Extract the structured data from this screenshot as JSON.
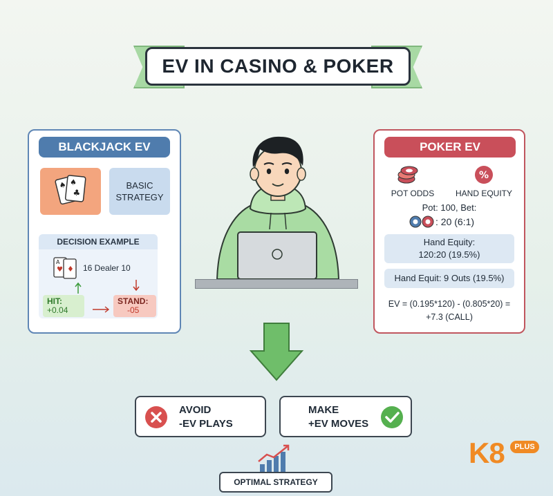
{
  "title": "EV IN CASINO & POKER",
  "blackjack": {
    "header": "BLACKJACK EV",
    "strategy_label": "BASIC\nSTRATEGY",
    "decision_header": "DECISION EXAMPLE",
    "hand": "16 Dealer 10",
    "hit_label": "HIT:",
    "hit_value": "+0.04",
    "stand_label": "STAND:",
    "stand_value": "-05"
  },
  "poker": {
    "header": "POKER EV",
    "pot_odds_label": "POT ODDS",
    "hand_equity_label": "HAND EQUITY",
    "pot_line1": "Pot: 100, Bet:",
    "pot_line2": ": 20 (6:1)",
    "equity_line1": "Hand Equity:",
    "equity_line2": "120:20 (19.5%)",
    "outs_line": "Hand Equit: 9 Outs (19.5%)",
    "ev_line1": "EV = (0.195*120) - (0.805*20) =",
    "ev_line2": "+7.3 (CALL)"
  },
  "outcomes": {
    "avoid_line1": "AVOID",
    "avoid_line2": "-EV PLAYS",
    "make_line1": "MAKE",
    "make_line2": "+EV MOVES"
  },
  "optimal_strategy": "OPTIMAL STRATEGY",
  "logo": {
    "text": "K8",
    "badge": "PLUS"
  },
  "colors": {
    "green": "#a8d9a4",
    "blue": "#4f7cad",
    "red": "#c94f5a",
    "orange": "#f08a24"
  }
}
